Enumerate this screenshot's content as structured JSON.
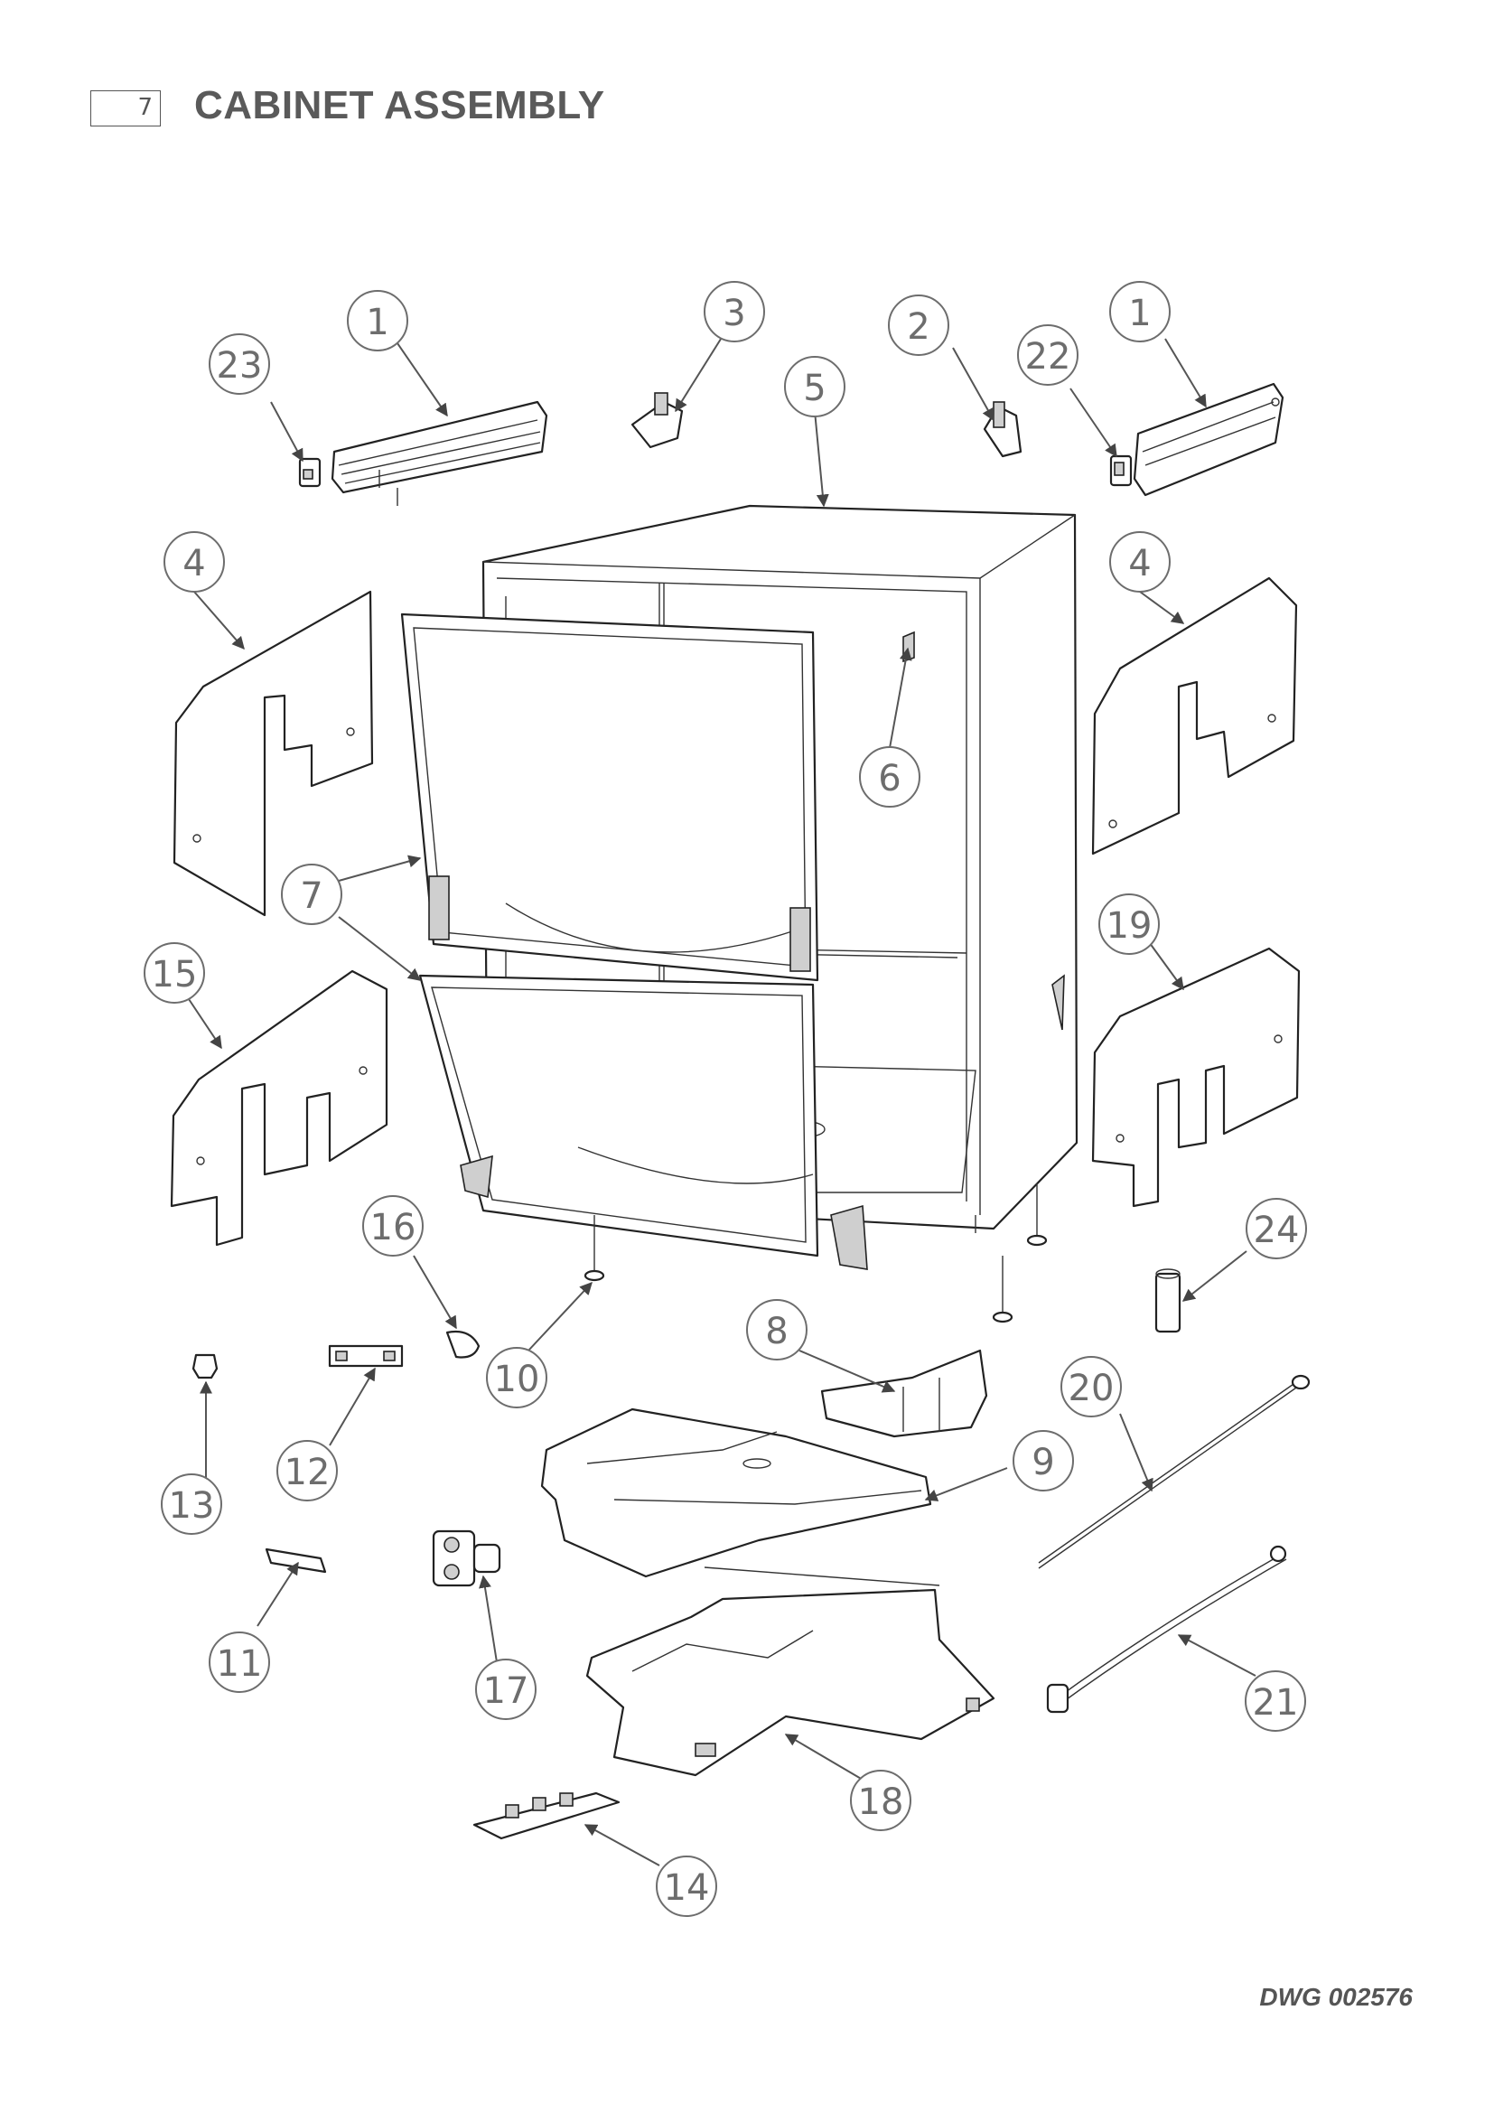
{
  "header": {
    "section_number": "7",
    "title": "CABINET ASSEMBLY"
  },
  "drawing_number": "DWG 002576",
  "callouts": [
    "1",
    "23",
    "3",
    "2",
    "5",
    "22",
    "1",
    "4",
    "4",
    "6",
    "7",
    "19",
    "15",
    "16",
    "24",
    "10",
    "8",
    "20",
    "13",
    "12",
    "9",
    "11",
    "17",
    "21",
    "18",
    "14"
  ]
}
